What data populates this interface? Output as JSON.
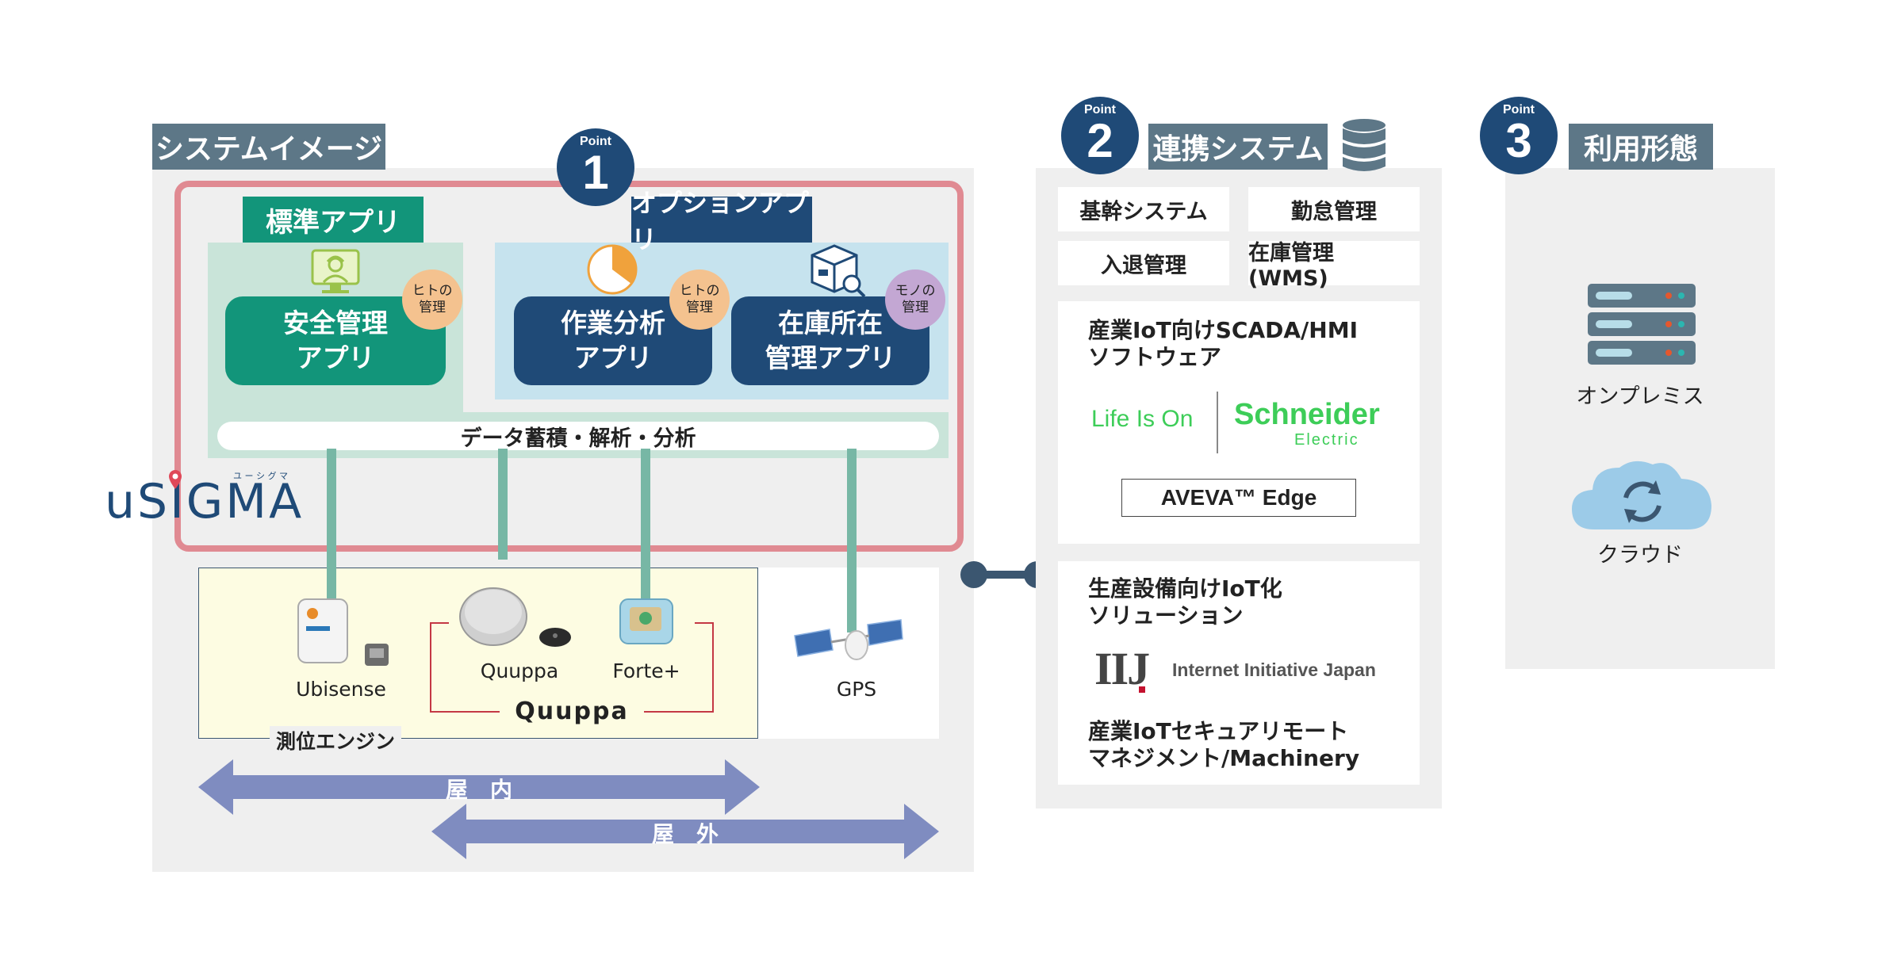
{
  "left_panel": {
    "header": "システムイメージ",
    "point_label": "Point",
    "point_number": "1",
    "standard_app": {
      "header": "標準アプリ",
      "button_line1": "安全管理",
      "button_line2": "アプリ",
      "tag_line1": "ヒトの",
      "tag_line2": "管理"
    },
    "option_app": {
      "header": "オプションアプリ",
      "work_button_line1": "作業分析",
      "work_button_line2": "アプリ",
      "work_tag_line1": "ヒトの",
      "work_tag_line2": "管理",
      "stock_button_line1": "在庫所在",
      "stock_button_line2": "管理アプリ",
      "stock_tag_line1": "モノの",
      "stock_tag_line2": "管理"
    },
    "data_bar": "データ蓄積・解析・分析",
    "logo_text": "uSIGMA",
    "logo_ruby": "ユ ー シ グ マ",
    "engines": {
      "ubisense_label": "Ubisense",
      "quuppa_label": "Quuppa",
      "forte_label": "Forte+",
      "quuppa_brand": "Quuppa",
      "gps_label": "GPS",
      "engine_caption": "測位エンジン"
    },
    "indoor_arrow": "屋　内",
    "outdoor_arrow": "屋　外"
  },
  "middle_panel": {
    "point_label": "Point",
    "point_number": "2",
    "header": "連携システム",
    "grid": [
      "基幹システム",
      "勤怠管理",
      "入退管理",
      "在庫管理 (WMS)"
    ],
    "scada_title_line1": "産業IoT向けSCADA/HMI",
    "scada_title_line2": "ソフトウェア",
    "lifeison": "Life Is On",
    "schneider": "Schneider",
    "schneider_sub": "Electric",
    "aveva": "AVEVA™ Edge",
    "iot_title_line1": "生産設備向けIoT化",
    "iot_title_line2": "ソリューション",
    "iij_mark": "IIJ",
    "iij_text": "Internet Initiative Japan",
    "secure_line1": "産業IoTセキュアリモート",
    "secure_line2": "マネジメント/Machinery"
  },
  "right_panel": {
    "point_label": "Point",
    "point_number": "3",
    "header": "利用形態",
    "onprem_label": "オンプレミス",
    "cloud_label": "クラウド"
  },
  "colors": {
    "navy": "#1f4a77",
    "header_slate": "#5d7787",
    "teal": "#12957a",
    "pink_frame": "#e08a92",
    "arrow": "#7f8cc0",
    "pipe": "#77b7a5"
  }
}
